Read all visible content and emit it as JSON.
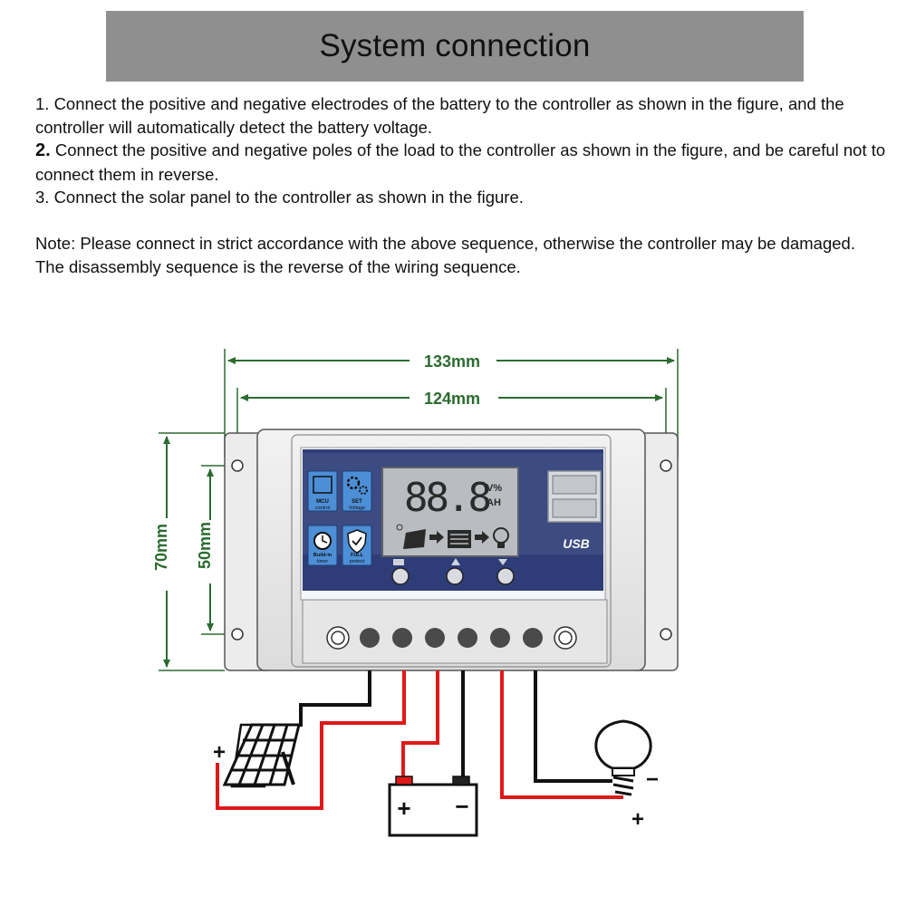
{
  "header": {
    "title": "System connection"
  },
  "instructions": {
    "step1": "1. Connect the positive and negative electrodes of the battery to the controller as shown in the figure, and the controller will automatically detect the battery voltage.",
    "step2_num": "2.",
    "step2_text": " Connect the positive and negative poles of the load to the controller as shown in the figure, and be careful not to connect them in reverse.",
    "step3": "3. Connect the solar panel to the controller as shown in the figure.",
    "note": "Note: Please connect in strict accordance with the above sequence, otherwise the controller may be damaged.",
    "disassembly": "The disassembly sequence is the reverse of the wiring sequence."
  },
  "dimensions": {
    "outer_width": "133mm",
    "inner_width": "124mm",
    "outer_height": "70mm",
    "inner_height": "50mm"
  },
  "controller": {
    "lcd_digits": "88.8",
    "lcd_unit_top": "V%",
    "lcd_unit_bottom": "AH",
    "usb_label": "USB",
    "icons": [
      {
        "label_line1": "MCU",
        "label_line2": "control"
      },
      {
        "label_line1": "SET",
        "label_line2": "Voltage"
      },
      {
        "label_line1": "Build-in",
        "label_line2": "timer"
      },
      {
        "label_line1": "FULL",
        "label_line2": "protect"
      }
    ]
  },
  "wiring": {
    "solar_positive": "+",
    "battery_positive": "+",
    "battery_negative": "−",
    "load_negative": "−",
    "load_positive": "+"
  },
  "colors": {
    "header_bg": "#8f8f8f",
    "dimension_green": "#2b6b2f",
    "wire_red": "#e01818",
    "wire_black": "#111111",
    "panel_navy": "#2e3d78",
    "lcd_bg": "#b9bcc0"
  }
}
